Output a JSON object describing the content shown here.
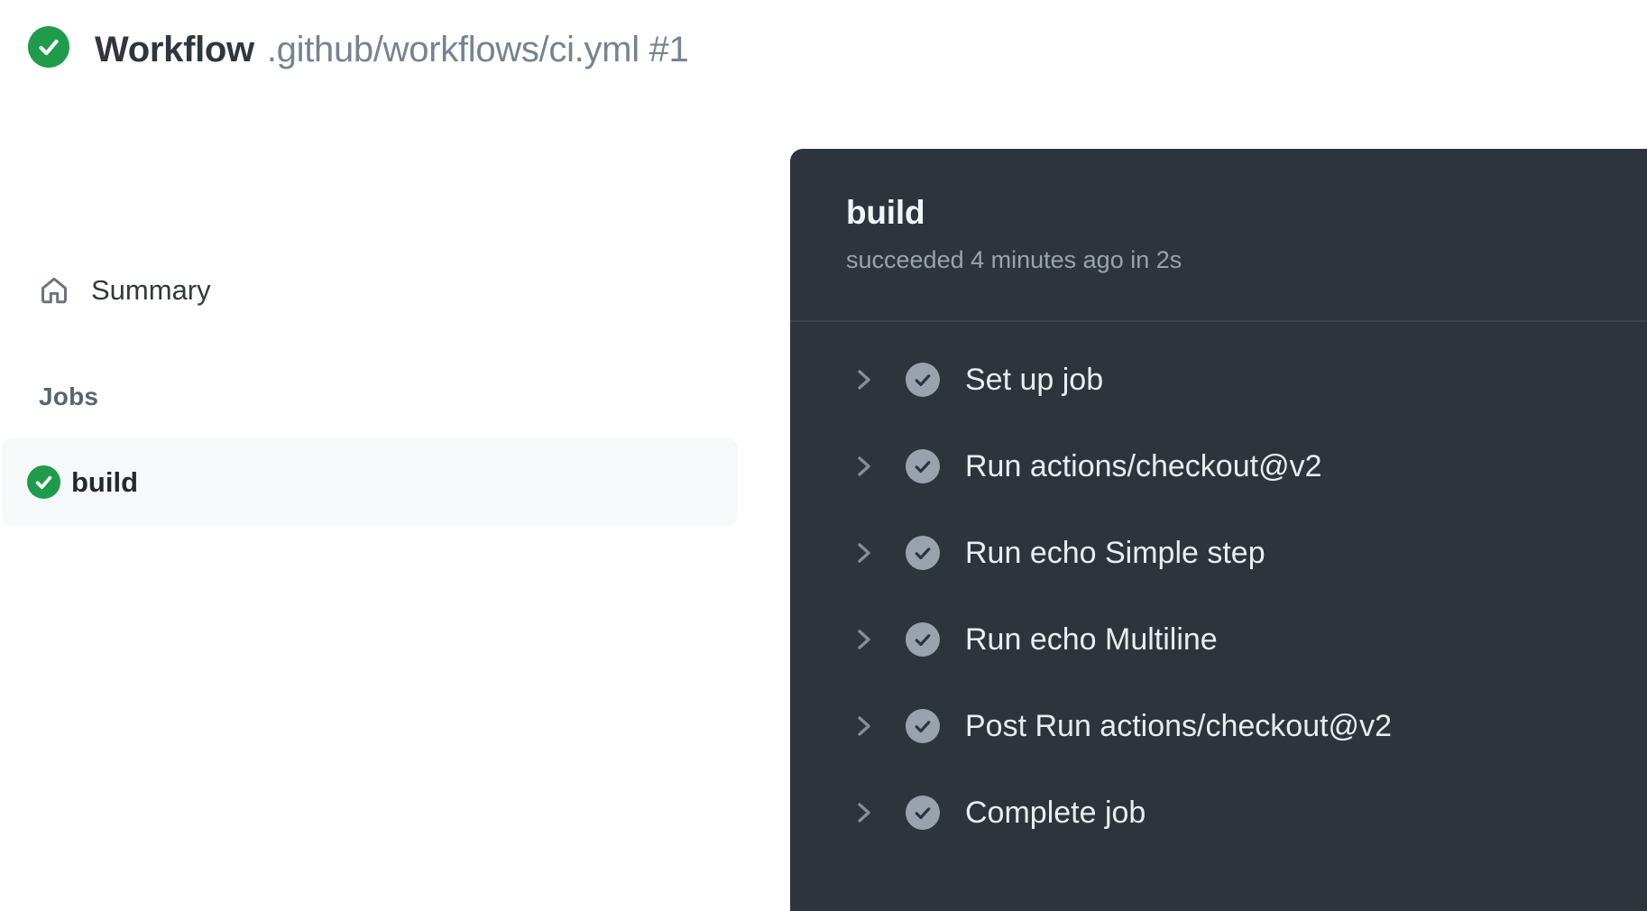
{
  "header": {
    "status_icon": "check-circle-success",
    "title": "Workflow",
    "subtitle": ".github/workflows/ci.yml #1"
  },
  "sidebar": {
    "summary_label": "Summary",
    "summary_icon": "home-icon",
    "jobs_section_label": "Jobs",
    "jobs": [
      {
        "name": "build",
        "status": "success",
        "selected": true
      }
    ]
  },
  "job_panel": {
    "title": "build",
    "status_line": "succeeded 4 minutes ago in 2s",
    "steps": [
      {
        "label": "Set up job",
        "status": "success"
      },
      {
        "label": "Run actions/checkout@v2",
        "status": "success"
      },
      {
        "label": "Run echo Simple step",
        "status": "success"
      },
      {
        "label": "Run echo Multiline",
        "status": "success"
      },
      {
        "label": "Post Run actions/checkout@v2",
        "status": "success"
      },
      {
        "label": "Complete job",
        "status": "success"
      }
    ]
  },
  "colors": {
    "success_green": "#1e9b4b",
    "panel_background": "#2e343c",
    "panel_divider": "#3d444c",
    "selected_job_row_background": "#f6f8fa",
    "title_text": "#2f363d",
    "subtitle_text": "#768390",
    "panel_status_text": "#9aa3ad",
    "step_circle_gray": "#9aa3ad"
  }
}
